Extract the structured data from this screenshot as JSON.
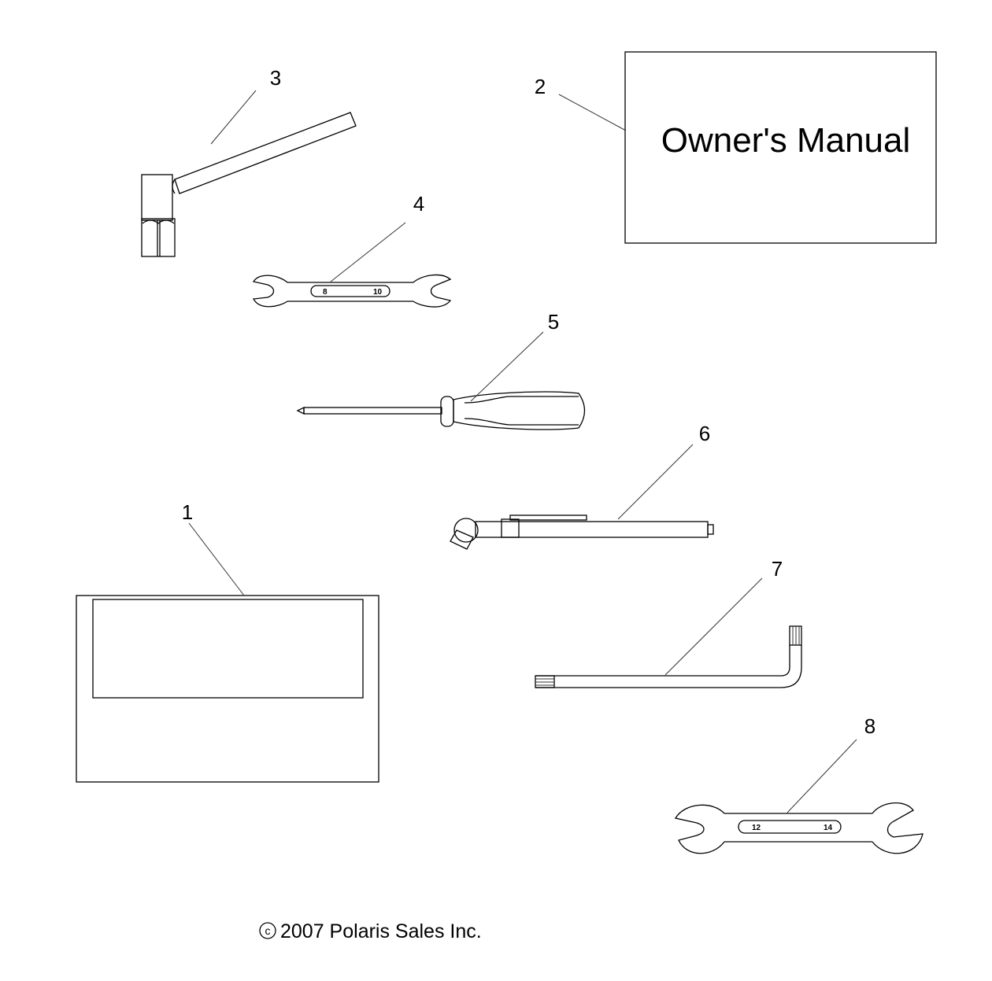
{
  "callouts": {
    "c1": "1",
    "c2": "2",
    "c3": "3",
    "c4": "4",
    "c5": "5",
    "c6": "6",
    "c7": "7",
    "c8": "8"
  },
  "owners_manual": {
    "title": "Owner's Manual"
  },
  "wrench_small": {
    "left_size": "8",
    "right_size": "10"
  },
  "wrench_large": {
    "left_size": "12",
    "right_size": "14"
  },
  "footer": {
    "copyright_symbol": "c",
    "copyright": "2007 Polaris Sales Inc."
  }
}
